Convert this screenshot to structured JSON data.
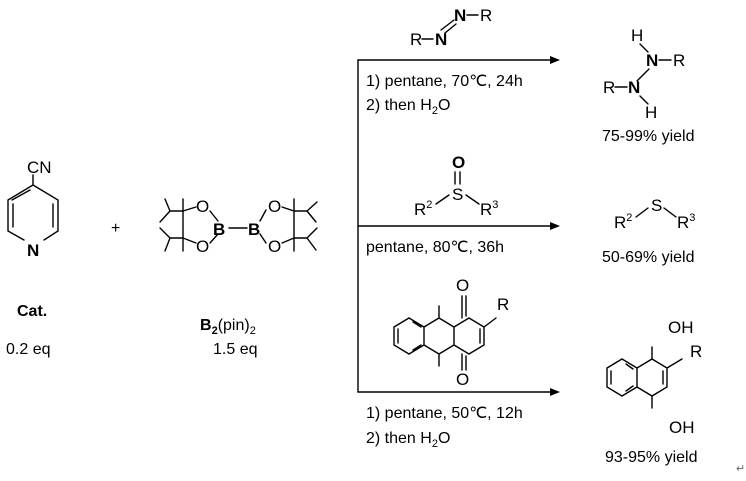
{
  "catalyst": {
    "substituent": "CN",
    "ring_n": "N",
    "label": "Cat.",
    "equiv": "0.2 eq",
    "n_color": "#1f2bd1"
  },
  "plus": "+",
  "boron": {
    "atom": "B",
    "oxygen": "O",
    "label_main": "B",
    "label_sub1": "2",
    "label_mid": "(pin)",
    "label_sub2": "2",
    "equiv": "1.5 eq"
  },
  "reactions": [
    {
      "reactant": {
        "n": "N",
        "r": "R"
      },
      "conditions": [
        "1) pentane, 70℃, 24h",
        "2) then H"
      ],
      "water": {
        "sub": "2",
        "o": "O"
      },
      "product": {
        "h": "H",
        "n": "N",
        "r": "R"
      },
      "yield": "75-99% yield"
    },
    {
      "reactant": {
        "o": "O",
        "s": "S",
        "r": "R",
        "sup_left": "2",
        "sup_right": "3"
      },
      "conditions": [
        "pentane, 80℃, 36h"
      ],
      "product": {
        "s": "S",
        "r": "R",
        "sup_left": "2",
        "sup_right": "3"
      },
      "yield": "50-69% yield"
    },
    {
      "reactant": {
        "o": "O",
        "r": "R"
      },
      "conditions": [
        "1) pentane, 50℃, 12h",
        "2) then H"
      ],
      "water": {
        "sub": "2",
        "o": "O"
      },
      "product": {
        "oh": "OH",
        "r": "R"
      },
      "yield": "93-95% yield"
    }
  ],
  "footer_mark": "↵"
}
